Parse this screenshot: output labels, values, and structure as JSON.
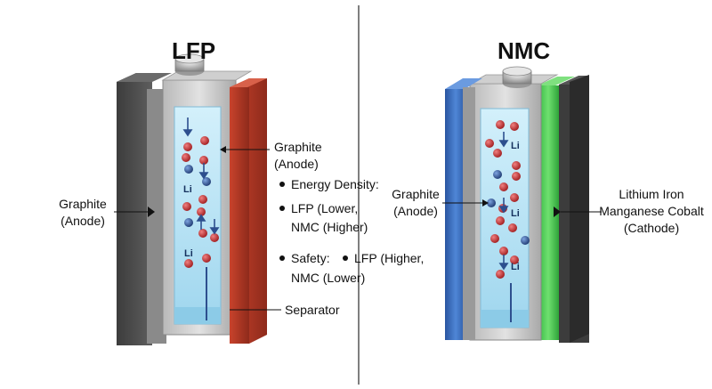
{
  "left_cell": {
    "title": "LFP",
    "label_left": [
      "Graphite",
      "(Anode)"
    ],
    "label_top_right": [
      "Graphite",
      "(Anode)"
    ],
    "separator_label": "Separator",
    "ion_labels": [
      "Li",
      "Li"
    ]
  },
  "right_cell": {
    "title": "NMC",
    "label_left": [
      "Graphite",
      "(Anode)"
    ],
    "label_right": [
      "Lithium Iron",
      "Manganese Cobalt",
      "(Cathode)"
    ],
    "ion_labels": [
      "Li",
      "Li",
      "Li"
    ]
  },
  "comparison": {
    "energy_density": "Energy Density:",
    "energy_detail": [
      "LFP (Lower,",
      "NMC (Higher)"
    ],
    "safety": "Safety:",
    "safety_detail": [
      "LFP (Higher,",
      "NMC (Lower)"
    ]
  },
  "colors": {
    "lfp_left_plate": "#4a4a4a",
    "lfp_right_plate": "#b23a26",
    "nmc_left_plate": "#2f62ad",
    "nmc_right_plate": "#3fc34a",
    "nmc_back_plate": "#444444",
    "electrolyte": "#bfe6f5",
    "red_ion": "#c0282a",
    "blue_ion": "#2d4f8e",
    "divider": "#555555"
  }
}
